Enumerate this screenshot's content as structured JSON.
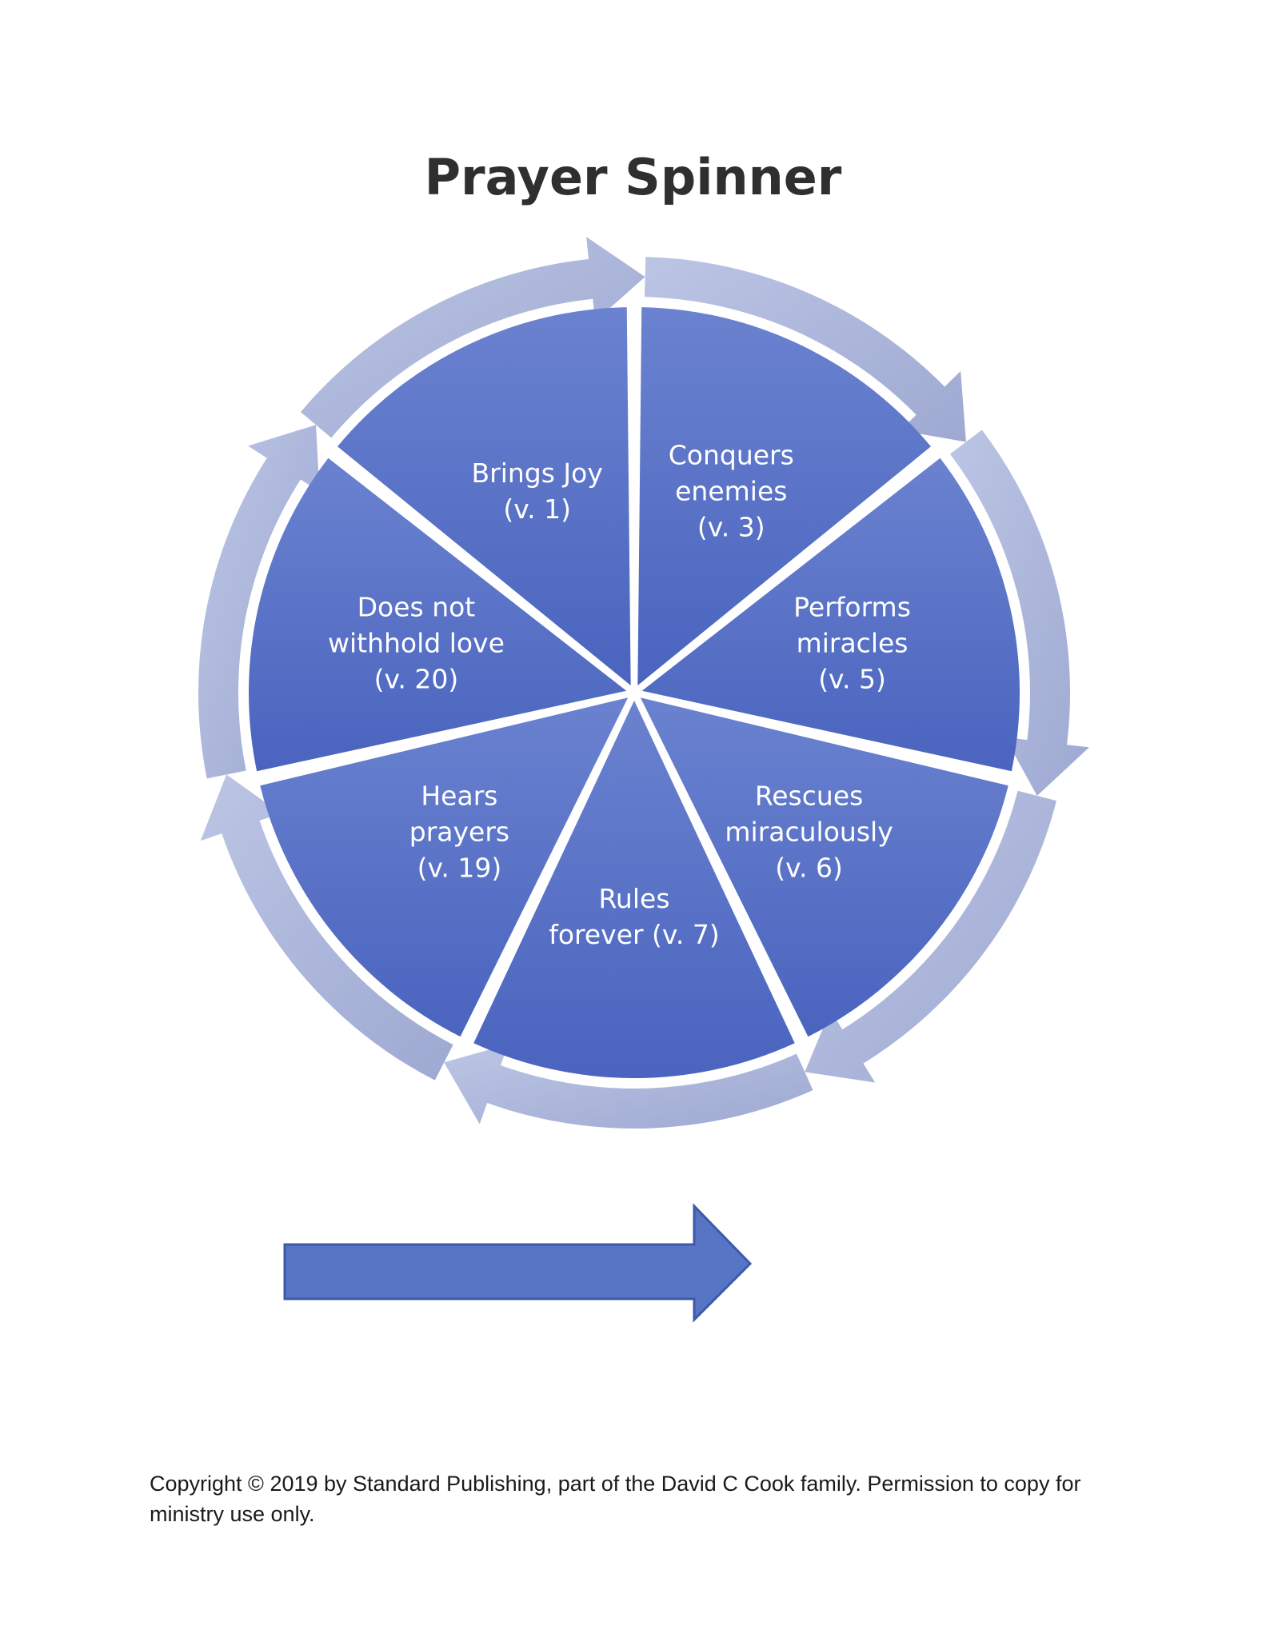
{
  "title": "Prayer Spinner",
  "segments": [
    {
      "id": "brings-joy",
      "lines": [
        "Brings Joy",
        "(v. 1)"
      ]
    },
    {
      "id": "conquers-enemies",
      "lines": [
        "Conquers",
        "enemies",
        "(v. 3)"
      ]
    },
    {
      "id": "performs-miracles",
      "lines": [
        "Performs",
        "miracles",
        "(v. 5)"
      ]
    },
    {
      "id": "rescues-miraculously",
      "lines": [
        "Rescues",
        "miraculously",
        "(v. 6)"
      ]
    },
    {
      "id": "rules-forever",
      "lines": [
        "Rules",
        "forever (v. 7)"
      ]
    },
    {
      "id": "hears-prayers",
      "lines": [
        "Hears",
        "prayers",
        "(v. 19)"
      ]
    },
    {
      "id": "does-not-withhold-love",
      "lines": [
        "Does not",
        "withhold love",
        "(v. 20)"
      ]
    }
  ],
  "colors": {
    "segment_fill": "#4f6bc4",
    "segment_fill_light": "#6a82cf",
    "ring_arrow": "#b2bcdf",
    "ring_arrow_dark": "#9aa6cf",
    "pointer_arrow": "#5874c4",
    "pointer_stroke": "#3d5aa8"
  },
  "pointer_arrow": {
    "icon": "right-arrow-icon",
    "direction": "right"
  },
  "copyright": "Copyright © 2019 by Standard Publishing, part of the David C Cook family. Permission to copy for ministry use only."
}
